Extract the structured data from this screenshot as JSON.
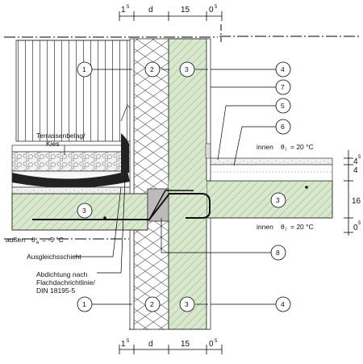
{
  "dimensions_top": [
    "1",
    "5",
    "d",
    "15",
    "0",
    "5"
  ],
  "dimensions_bottom": [
    "1",
    "5",
    "d",
    "15",
    "0",
    "5"
  ],
  "dimensions_right": [
    "4",
    "4",
    "5",
    "16",
    "0",
    "5"
  ],
  "callouts": {
    "one": "1",
    "two": "2",
    "three": "3",
    "four": "4",
    "five": "5",
    "six": "6",
    "seven": "7",
    "eight": "8"
  },
  "labels": {
    "terrace_line1": "Terrassenbelag/",
    "terrace_line2": "Kies",
    "inner_top_word": "innen",
    "inner_top_theta": "θ",
    "inner_top_sub": "i",
    "inner_top_value": "= 20 °C",
    "inner_bottom_word": "innen",
    "inner_bottom_theta": "θ",
    "inner_bottom_sub": "i",
    "inner_bottom_value": "= 20 °C",
    "outer_word": "außen",
    "outer_theta": "θ",
    "outer_sub": "e",
    "outer_value": "= -5 °C",
    "ausgleich": "Ausgleichsschicht",
    "abdichtung_1": "Abdichtung nach",
    "abdichtung_2": "Flachdachrichtlinie/",
    "abdichtung_3": "DIN 18195-5"
  }
}
